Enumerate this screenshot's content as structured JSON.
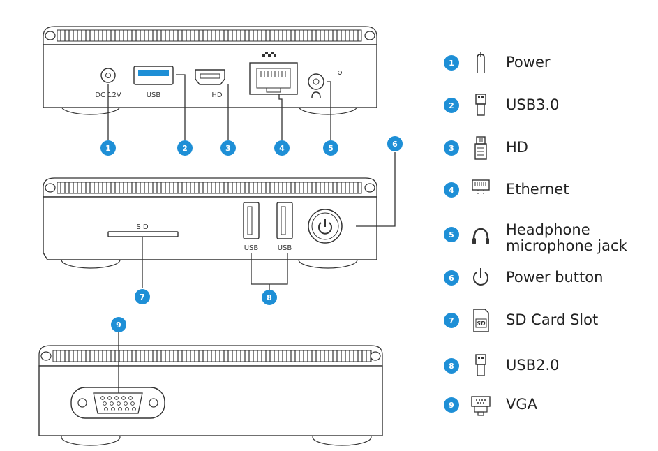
{
  "colors": {
    "accent": "#1e8fd6",
    "line": "#333333",
    "body_fill": "#ffffff"
  },
  "port_labels": {
    "dc": "DC 12V",
    "usb_back": "USB",
    "hd": "HD",
    "sd": "S D",
    "usb_front_1": "USB",
    "usb_front_2": "USB"
  },
  "callouts": [
    "1",
    "2",
    "3",
    "4",
    "5",
    "6",
    "7",
    "8",
    "9"
  ],
  "legend": [
    {
      "num": "1",
      "icon": "power-plug-icon",
      "lines": [
        "Power"
      ]
    },
    {
      "num": "2",
      "icon": "usb-icon",
      "lines": [
        "USB3.0"
      ]
    },
    {
      "num": "3",
      "icon": "hdmi-icon",
      "lines": [
        "HD"
      ]
    },
    {
      "num": "4",
      "icon": "ethernet-icon",
      "lines": [
        "Ethernet"
      ]
    },
    {
      "num": "5",
      "icon": "headphone-icon",
      "lines": [
        "Headphone",
        "microphone jack"
      ]
    },
    {
      "num": "6",
      "icon": "power-button-icon",
      "lines": [
        "Power button"
      ]
    },
    {
      "num": "7",
      "icon": "sd-card-icon",
      "lines": [
        "SD Card Slot"
      ]
    },
    {
      "num": "8",
      "icon": "usb-icon",
      "lines": [
        "USB2.0"
      ]
    },
    {
      "num": "9",
      "icon": "vga-icon",
      "lines": [
        "VGA"
      ]
    }
  ]
}
